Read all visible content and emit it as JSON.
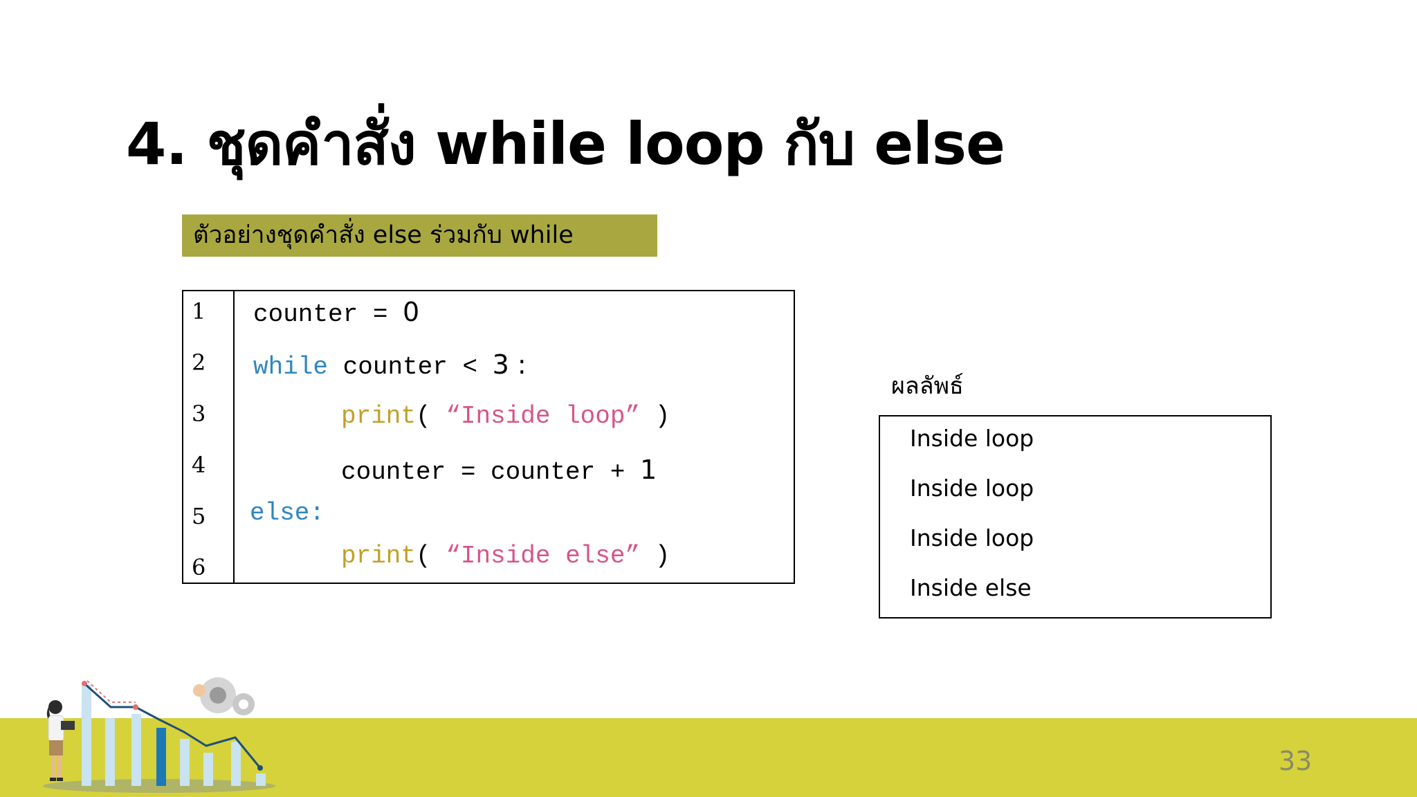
{
  "slide": {
    "title": "4. ชุดคำสั่ง while loop กับ else",
    "example_label": "ตัวอย่างชุดคำสั่ง else ร่วมกับ while",
    "page_number": "33"
  },
  "code": {
    "line_numbers": [
      "1",
      "2",
      "3",
      "4",
      "5",
      "6"
    ],
    "lines": [
      {
        "t1": "counter = ",
        "t2": "0"
      },
      {
        "t1": "while",
        "t2": " counter < ",
        "t3": "3 :"
      },
      {
        "t1": "print",
        "t2": "( ",
        "t3": "“Inside loop”",
        "t4": " )"
      },
      {
        "t1": "counter = counter + ",
        "t2": "1"
      },
      {
        "t1": "else:"
      },
      {
        "t1": "print",
        "t2": "( ",
        "t3": "“Inside else”",
        "t4": " )"
      }
    ]
  },
  "result": {
    "heading": "ผลลัพธ์",
    "lines": [
      "Inside loop",
      "Inside loop",
      "Inside loop",
      "Inside else"
    ]
  },
  "colors": {
    "keyword": "#2e86c1",
    "function": "#c1a028",
    "string": "#d6558a",
    "label_bg": "#a9a840",
    "footer_band": "#d6d23c"
  },
  "icons": [
    "businesswoman-laptop-illustration",
    "bar-chart-illustration",
    "gear-head-icon"
  ]
}
